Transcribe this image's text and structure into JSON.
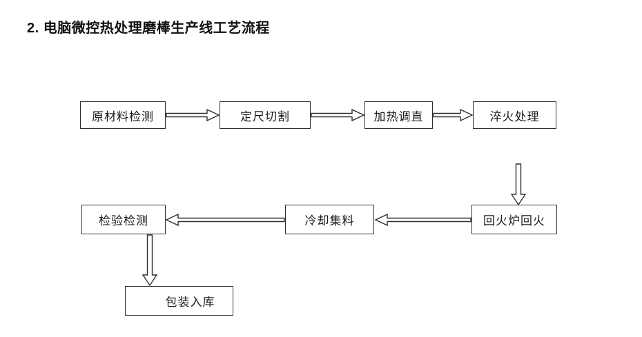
{
  "page_title": "2. 电脑微控热处理磨棒生产线工艺流程",
  "flow": {
    "nodes": [
      {
        "id": "raw-material-inspection",
        "label": "原材料检测"
      },
      {
        "id": "fixed-length-cutting",
        "label": "定尺切割"
      },
      {
        "id": "heating-straightening",
        "label": "加热调直"
      },
      {
        "id": "quenching-treatment",
        "label": "淬火处理"
      },
      {
        "id": "tempering-furnace",
        "label": "回火炉回火"
      },
      {
        "id": "cooling-collection",
        "label": "冷却集料"
      },
      {
        "id": "inspection-testing",
        "label": "检验检测"
      },
      {
        "id": "packing-warehousing",
        "label": "包装入库"
      }
    ],
    "edges": [
      {
        "from": "原材料检测",
        "to": "定尺切割",
        "direction": "right"
      },
      {
        "from": "定尺切割",
        "to": "加热调直",
        "direction": "right"
      },
      {
        "from": "加热调直",
        "to": "淬火处理",
        "direction": "right"
      },
      {
        "from": "淬火处理",
        "to": "回火炉回火",
        "direction": "down"
      },
      {
        "from": "回火炉回火",
        "to": "冷却集料",
        "direction": "left"
      },
      {
        "from": "冷却集料",
        "to": "检验检测",
        "direction": "left"
      },
      {
        "from": "检验检测",
        "to": "包装入库",
        "direction": "down"
      }
    ],
    "colors": {
      "background": "#ffffff",
      "box_border": "#2e2e2e",
      "text": "#1a1a1a",
      "arrow_outline": "#2e2e2e",
      "arrow_fill": "#ffffff"
    }
  }
}
